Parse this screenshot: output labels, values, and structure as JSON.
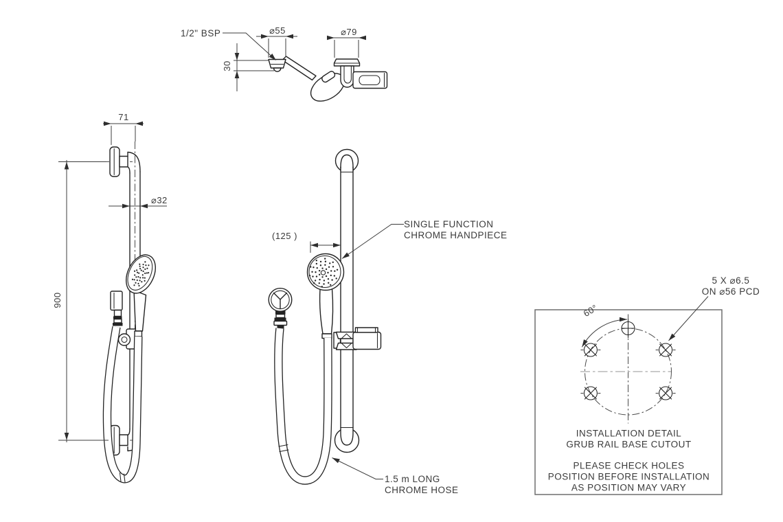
{
  "title": "Shower rail technical drawing",
  "colors": {
    "line": "#232323",
    "dimension": "#3c3c3c",
    "centerline_gray": "#b8b8b8",
    "background": "#ffffff"
  },
  "top_view": {
    "thread_label": "1/2\" BSP",
    "dia_head": "⌀55",
    "dia_flange": "⌀79",
    "offset_dim": "30"
  },
  "side_view": {
    "width_dim": "71",
    "dia_rail": "⌀32",
    "height_dim": "900"
  },
  "front_view": {
    "ref_dim": "(125 )",
    "handpiece_note_line1": "SINGLE FUNCTION",
    "handpiece_note_line2": "CHROME HANDPIECE",
    "hose_note_line1": "1.5 m LONG",
    "hose_note_line2": "CHROME HOSE"
  },
  "installation_detail": {
    "holes_note_line1": "5 X ⌀6.5",
    "holes_note_line2": "ON ⌀56 PCD",
    "angle_label": "60°",
    "title_line1": "INSTALLATION DETAIL",
    "title_line2": "GRUB RAIL BASE CUTOUT",
    "warning_line1": "PLEASE CHECK HOLES",
    "warning_line2": "POSITION BEFORE INSTALLATION",
    "warning_line3": "AS POSITION MAY VARY"
  }
}
